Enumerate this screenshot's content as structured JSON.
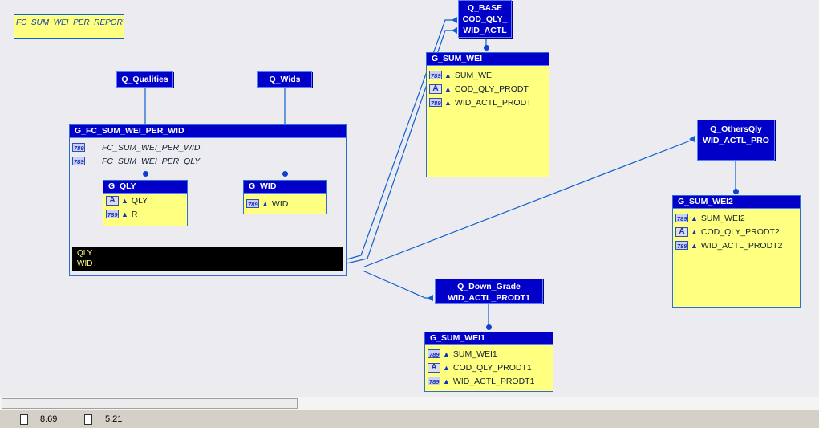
{
  "report_label": "FC_SUM_WEI_PER_REPORT",
  "queries": {
    "q_qualities": "Q_Qualities",
    "q_wids": "Q_Wids",
    "q_base": [
      "Q_BASE",
      "COD_QLY_",
      "WID_ACTL"
    ],
    "q_others": [
      "Q_OthersQly",
      "WID_ACTL_PRO"
    ],
    "q_down": [
      "Q_Down_Grade",
      "WID_ACTL_PRODT1"
    ]
  },
  "groups": {
    "main": {
      "title": "G_FC_SUM_WEI_PER_WID",
      "formulas": [
        "FC_SUM_WEI_PER_WID",
        "FC_SUM_WEI_PER_QLY"
      ],
      "summaries": [
        "QLY",
        "WID"
      ]
    },
    "g_qly": {
      "title": "G_QLY",
      "fields": [
        {
          "type": "alpha",
          "name": "QLY"
        },
        {
          "type": "num",
          "name": "R"
        }
      ]
    },
    "g_wid": {
      "title": "G_WID",
      "fields": [
        {
          "type": "num",
          "name": "WID"
        }
      ]
    },
    "g_sum_wei": {
      "title": "G_SUM_WEI",
      "fields": [
        {
          "type": "num",
          "name": "SUM_WEI"
        },
        {
          "type": "alpha",
          "name": "COD_QLY_PRODT"
        },
        {
          "type": "num",
          "name": "WID_ACTL_PRODT"
        }
      ]
    },
    "g_sum_wei2": {
      "title": "G_SUM_WEI2",
      "fields": [
        {
          "type": "num",
          "name": "SUM_WEI2"
        },
        {
          "type": "alpha",
          "name": "COD_QLY_PRODT2"
        },
        {
          "type": "num",
          "name": "WID_ACTL_PRODT2"
        }
      ]
    },
    "g_sum_wei1": {
      "title": "G_SUM_WEI1",
      "fields": [
        {
          "type": "num",
          "name": "SUM_WEI1"
        },
        {
          "type": "alpha",
          "name": "COD_QLY_PRODT1"
        },
        {
          "type": "num",
          "name": "WID_ACTL_PRODT1"
        }
      ]
    }
  },
  "type_tags": {
    "num": "789",
    "alpha": "A"
  },
  "status": {
    "width": "8.69",
    "height": "5.21"
  },
  "colors": {
    "query_fill": "#0000c8",
    "group_fill": "#ffff80",
    "wire": "#1060d0",
    "canvas": "#ecebef"
  }
}
